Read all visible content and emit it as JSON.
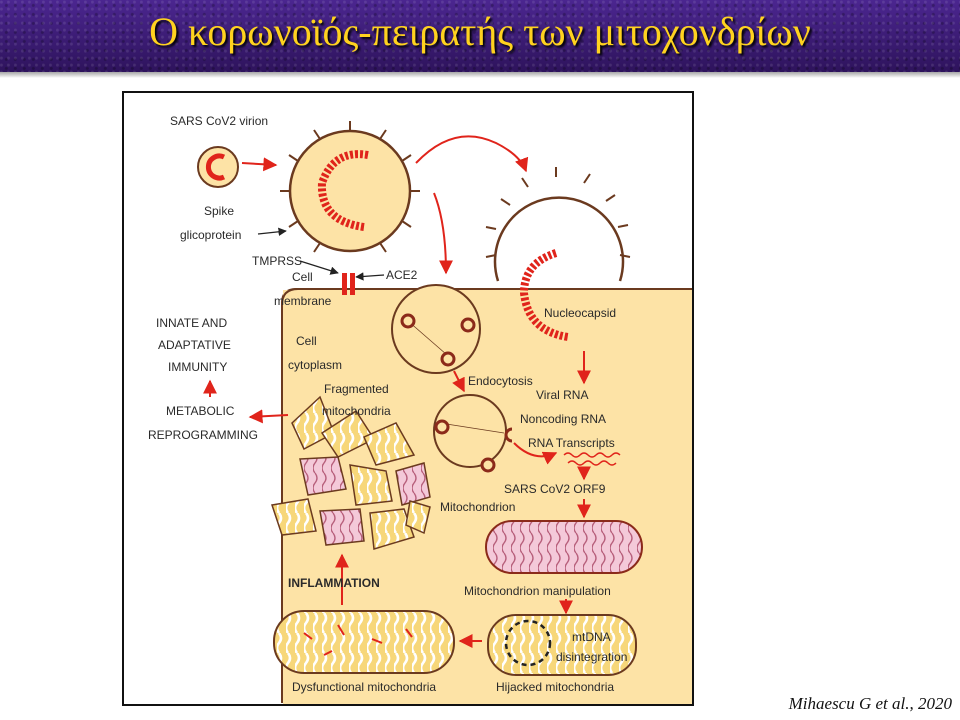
{
  "slide": {
    "title": "Ο κορωνοϊός-πειρατής των μιτοχονδρίων",
    "credit": "Mihaescu G et al., 2020"
  },
  "diagram": {
    "virion_label": "SARS CoV2 virion",
    "spike_label_1": "Spike",
    "spike_label_2": "glicoprotein",
    "tmprss_label": "TMPRSS",
    "ace2_label": "ACE2",
    "membrane_label_1": "Cell",
    "membrane_label_2": "membrane",
    "cytoplasm_label_1": "Cell",
    "cytoplasm_label_2": "cytoplasm",
    "nucleocapsid_label": "Nucleocapsid",
    "endocytosis_label": "Endocytosis",
    "viral_rna_label": "Viral RNA",
    "noncoding_label": "Noncoding RNA",
    "transcripts_label": "RNA Transcripts",
    "orf9_label": "SARS CoV2  ORF9",
    "mitochondrion_label": "Mitochondrion",
    "manipulation_label": "Mitochondrion  manipulation",
    "mtdna_label_1": "mtDNA",
    "mtdna_label_2": "disintegration",
    "hijacked_label": "Hijacked mitochondria",
    "dysfunctional_label": "Dysfunctional mitochondria",
    "inflammation_label": "INFLAMMATION",
    "fragmented_label_1": "Fragmented",
    "fragmented_label_2": "mitochondria",
    "metabolic_label_1": "METABOLIC",
    "metabolic_label_2": "REPROGRAMMING",
    "immunity_label_1": "INNATE AND",
    "immunity_label_2": "ADAPTATIVE",
    "immunity_label_3": "IMMUNITY"
  },
  "colors": {
    "banner": "#3a1c6e",
    "title_text": "#ffd21f",
    "cell": "#fde3a6",
    "arrow": "#e0241b",
    "outline": "#6b3a1f",
    "mito_fill": "#f7d77a",
    "mito_inner": "#f2c6d8"
  }
}
